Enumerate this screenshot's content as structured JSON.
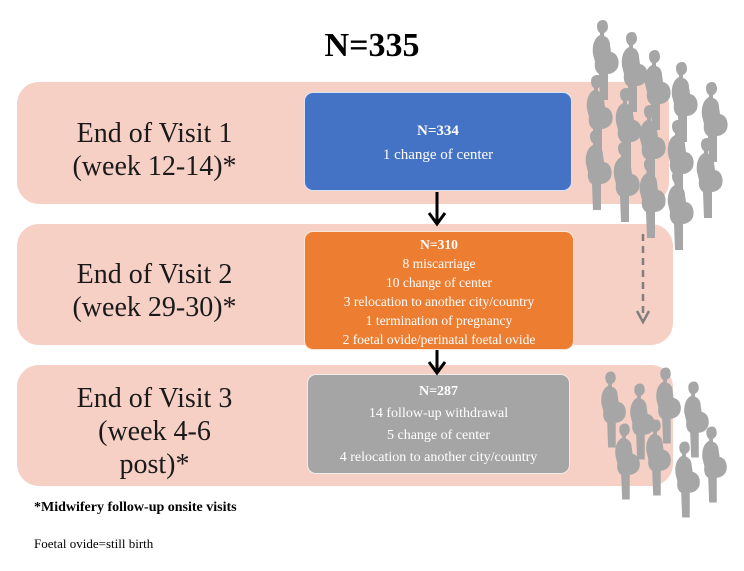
{
  "total": "N=335",
  "visits": [
    {
      "label_lines": [
        "End of Visit 1",
        "(week 12-14)*"
      ],
      "count": "N=334",
      "details": [
        "1 change of center"
      ],
      "box_color": "#4472c4"
    },
    {
      "label_lines": [
        "End of Visit 2",
        "(week 29-30)*"
      ],
      "count": "N=310",
      "details": [
        "8 miscarriage",
        "10 change of center",
        "3 relocation to another city/country",
        "1 termination of pregnancy",
        "2 foetal ovide/perinatal foetal ovide"
      ],
      "box_color": "#ed7d31"
    },
    {
      "label_lines": [
        "End of Visit 3",
        "(week 4-6",
        "post)*"
      ],
      "count": "N=287",
      "details": [
        "14 follow-up withdrawal",
        "5 change of center",
        "4 relocation to another city/country"
      ],
      "box_color": "#a5a5a5"
    }
  ],
  "footnotes": {
    "visits_note": "*Midwifery follow-up onsite visits",
    "definition": "Foetal ovide=still birth"
  },
  "colors": {
    "band": "#f6cfc5",
    "silhouette": "#a6a6a6"
  },
  "icons": {
    "silhouette": "pregnant-woman-icon"
  }
}
